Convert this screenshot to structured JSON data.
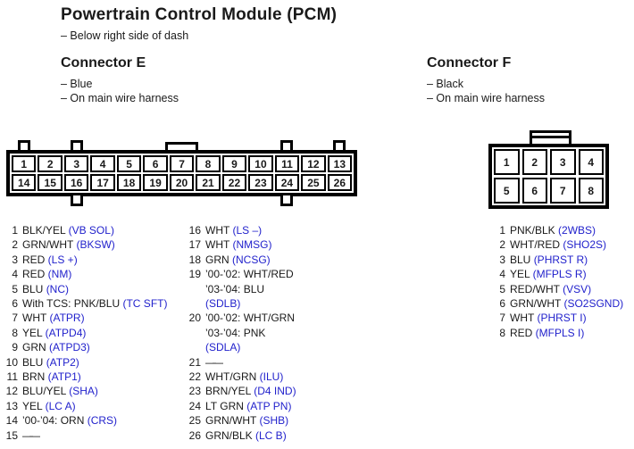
{
  "header": {
    "title": "Powertrain Control Module (PCM)",
    "subtitle": "– Below right side of dash"
  },
  "colors": {
    "signal_blue": "#2222cc",
    "text_black": "#1a1a1a",
    "connector_line": "#000000"
  },
  "connector_e": {
    "title": "Connector E",
    "notes": [
      "– Blue",
      "– On main wire harness"
    ],
    "diagram_rows": [
      [
        "1",
        "2",
        "3",
        "4",
        "5",
        "6",
        "7",
        "8",
        "9",
        "10",
        "11",
        "12",
        "13"
      ],
      [
        "14",
        "15",
        "16",
        "17",
        "18",
        "19",
        "20",
        "21",
        "22",
        "23",
        "24",
        "25",
        "26"
      ]
    ]
  },
  "connector_f": {
    "title": "Connector F",
    "notes": [
      "– Black",
      "– On main wire harness"
    ],
    "diagram_rows": [
      [
        "1",
        "2",
        "3",
        "4"
      ],
      [
        "5",
        "6",
        "7",
        "8"
      ]
    ]
  },
  "pin_lists": {
    "e_col1": [
      {
        "n": "1",
        "lines": [
          [
            {
              "t": "BLK/YEL "
            },
            {
              "t": "(VB SOL)",
              "b": 1
            }
          ]
        ]
      },
      {
        "n": "2",
        "lines": [
          [
            {
              "t": "GRN/WHT "
            },
            {
              "t": "(BKSW)",
              "b": 1
            }
          ]
        ]
      },
      {
        "n": "3",
        "lines": [
          [
            {
              "t": "RED "
            },
            {
              "t": "(LS +)",
              "b": 1
            }
          ]
        ]
      },
      {
        "n": "4",
        "lines": [
          [
            {
              "t": "RED "
            },
            {
              "t": "(NM)",
              "b": 1
            }
          ]
        ]
      },
      {
        "n": "5",
        "lines": [
          [
            {
              "t": "BLU "
            },
            {
              "t": "(NC)",
              "b": 1
            }
          ]
        ]
      },
      {
        "n": "6",
        "lines": [
          [
            {
              "t": "With TCS: PNK/BLU "
            },
            {
              "t": "(TC SFT)",
              "b": 1
            }
          ]
        ]
      },
      {
        "n": "7",
        "lines": [
          [
            {
              "t": "WHT "
            },
            {
              "t": "(ATPR)",
              "b": 1
            }
          ]
        ]
      },
      {
        "n": "8",
        "lines": [
          [
            {
              "t": "YEL "
            },
            {
              "t": "(ATPD4)",
              "b": 1
            }
          ]
        ]
      },
      {
        "n": "9",
        "lines": [
          [
            {
              "t": "GRN "
            },
            {
              "t": "(ATPD3)",
              "b": 1
            }
          ]
        ]
      },
      {
        "n": "10",
        "lines": [
          [
            {
              "t": "BLU "
            },
            {
              "t": "(ATP2)",
              "b": 1
            }
          ]
        ]
      },
      {
        "n": "11",
        "lines": [
          [
            {
              "t": "BRN "
            },
            {
              "t": "(ATP1)",
              "b": 1
            }
          ]
        ]
      },
      {
        "n": "12",
        "lines": [
          [
            {
              "t": "BLU/YEL "
            },
            {
              "t": "(SHA)",
              "b": 1
            }
          ]
        ]
      },
      {
        "n": "13",
        "lines": [
          [
            {
              "t": "YEL "
            },
            {
              "t": "(LC A)",
              "b": 1
            }
          ]
        ]
      },
      {
        "n": "14",
        "lines": [
          [
            {
              "t": "’00-’04: ORN "
            },
            {
              "t": "(CRS)",
              "b": 1
            }
          ]
        ]
      },
      {
        "n": "15",
        "lines": [
          [
            {
              "t": "——",
              "d": 1
            }
          ]
        ]
      }
    ],
    "e_col2": [
      {
        "n": "16",
        "lines": [
          [
            {
              "t": "WHT "
            },
            {
              "t": "(LS –)",
              "b": 1
            }
          ]
        ]
      },
      {
        "n": "17",
        "lines": [
          [
            {
              "t": "WHT "
            },
            {
              "t": "(NMSG)",
              "b": 1
            }
          ]
        ]
      },
      {
        "n": "18",
        "lines": [
          [
            {
              "t": "GRN "
            },
            {
              "t": "(NCSG)",
              "b": 1
            }
          ]
        ]
      },
      {
        "n": "19",
        "lines": [
          [
            {
              "t": "’00-’02: WHT/RED"
            }
          ],
          [
            {
              "t": "’03-’04: BLU"
            }
          ],
          [
            {
              "t": "(SDLB)",
              "b": 1
            }
          ]
        ]
      },
      {
        "n": "20",
        "lines": [
          [
            {
              "t": "’00-’02: WHT/GRN"
            }
          ],
          [
            {
              "t": "’03-’04: PNK"
            }
          ],
          [
            {
              "t": "(SDLA)",
              "b": 1
            }
          ]
        ]
      },
      {
        "n": "21",
        "lines": [
          [
            {
              "t": "——",
              "d": 1
            }
          ]
        ]
      },
      {
        "n": "22",
        "lines": [
          [
            {
              "t": "WHT/GRN "
            },
            {
              "t": "(ILU)",
              "b": 1
            }
          ]
        ]
      },
      {
        "n": "23",
        "lines": [
          [
            {
              "t": "BRN/YEL "
            },
            {
              "t": "(D4 IND)",
              "b": 1
            }
          ]
        ]
      },
      {
        "n": "24",
        "lines": [
          [
            {
              "t": "LT GRN "
            },
            {
              "t": "(ATP PN)",
              "b": 1
            }
          ]
        ]
      },
      {
        "n": "25",
        "lines": [
          [
            {
              "t": "GRN/WHT "
            },
            {
              "t": "(SHB)",
              "b": 1
            }
          ]
        ]
      },
      {
        "n": "26",
        "lines": [
          [
            {
              "t": "GRN/BLK "
            },
            {
              "t": "(LC B)",
              "b": 1
            }
          ]
        ]
      }
    ],
    "f_col": [
      {
        "n": "1",
        "lines": [
          [
            {
              "t": "PNK/BLK "
            },
            {
              "t": "(2WBS)",
              "b": 1
            }
          ]
        ]
      },
      {
        "n": "2",
        "lines": [
          [
            {
              "t": "WHT/RED "
            },
            {
              "t": "(SHO2S)",
              "b": 1
            }
          ]
        ]
      },
      {
        "n": "3",
        "lines": [
          [
            {
              "t": "BLU "
            },
            {
              "t": "(PHRST R)",
              "b": 1
            }
          ]
        ]
      },
      {
        "n": "4",
        "lines": [
          [
            {
              "t": "YEL "
            },
            {
              "t": "(MFPLS R)",
              "b": 1
            }
          ]
        ]
      },
      {
        "n": "5",
        "lines": [
          [
            {
              "t": "RED/WHT "
            },
            {
              "t": "(VSV)",
              "b": 1
            }
          ]
        ]
      },
      {
        "n": "6",
        "lines": [
          [
            {
              "t": "GRN/WHT "
            },
            {
              "t": "(SO2SGND)",
              "b": 1
            }
          ]
        ]
      },
      {
        "n": "7",
        "lines": [
          [
            {
              "t": "WHT "
            },
            {
              "t": "(PHRST I)",
              "b": 1
            }
          ]
        ]
      },
      {
        "n": "8",
        "lines": [
          [
            {
              "t": "RED "
            },
            {
              "t": "(MFPLS I)",
              "b": 1
            }
          ]
        ]
      }
    ]
  }
}
